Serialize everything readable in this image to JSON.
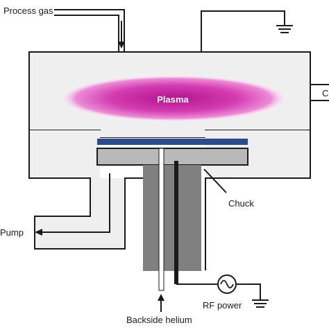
{
  "labels": {
    "process_gas": "Process gas",
    "plasma": "Plasma",
    "chuck": "Chuck",
    "pump": "Pump",
    "backside_helium": "Backside helium",
    "rf_power": "RF power",
    "right_edge": "C"
  },
  "colors": {
    "chamber_fill": "#efefef",
    "outline": "#1a1a1a",
    "plasma_core": "#b3148d",
    "plasma_mid": "#d43cb2",
    "plasma_edge": "#ffffff",
    "wafer": "#2b4a8f",
    "chuck_top": "#b9b9b9",
    "stem": "#808080",
    "helium_tube": "#ffffff"
  },
  "icons": [
    "ground-symbol-icon",
    "ac-source-icon",
    "arrow-icon"
  ]
}
